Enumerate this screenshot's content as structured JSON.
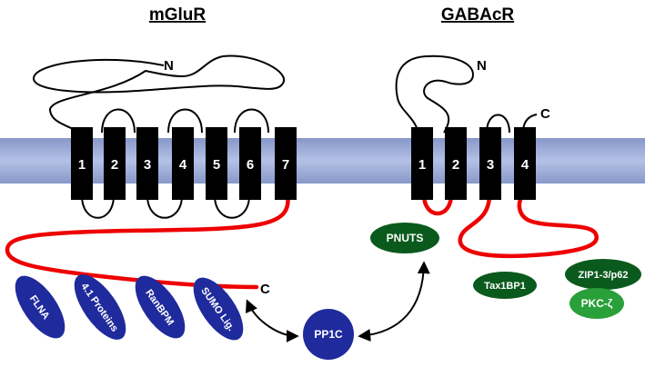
{
  "titles": {
    "left": "mGluR",
    "right": "GABAcR"
  },
  "mglur": {
    "helices": [
      "1",
      "2",
      "3",
      "4",
      "5",
      "6",
      "7"
    ],
    "n_terminus": "N",
    "c_terminus": "C",
    "proteins": [
      "FLNA",
      "4.1 Proteins",
      "RanBPM",
      "SUMO Lig."
    ]
  },
  "gabacr": {
    "helices": [
      "1",
      "2",
      "3",
      "4"
    ],
    "n_terminus": "N",
    "c_terminus": "C",
    "proteins": [
      "PNUTS",
      "Tax1BP1",
      "ZIP1-3/p62",
      "PKC-ζ"
    ]
  },
  "shared": {
    "pp1c": "PP1C"
  },
  "colors": {
    "membrane": "#a3b2dc",
    "helix": "#000000",
    "intracellular_loop": "#ee0000",
    "mglur_partner": "#1f2a9c",
    "gabacr_partner": "#0b5a1d",
    "pkc": "#2aa03a"
  }
}
